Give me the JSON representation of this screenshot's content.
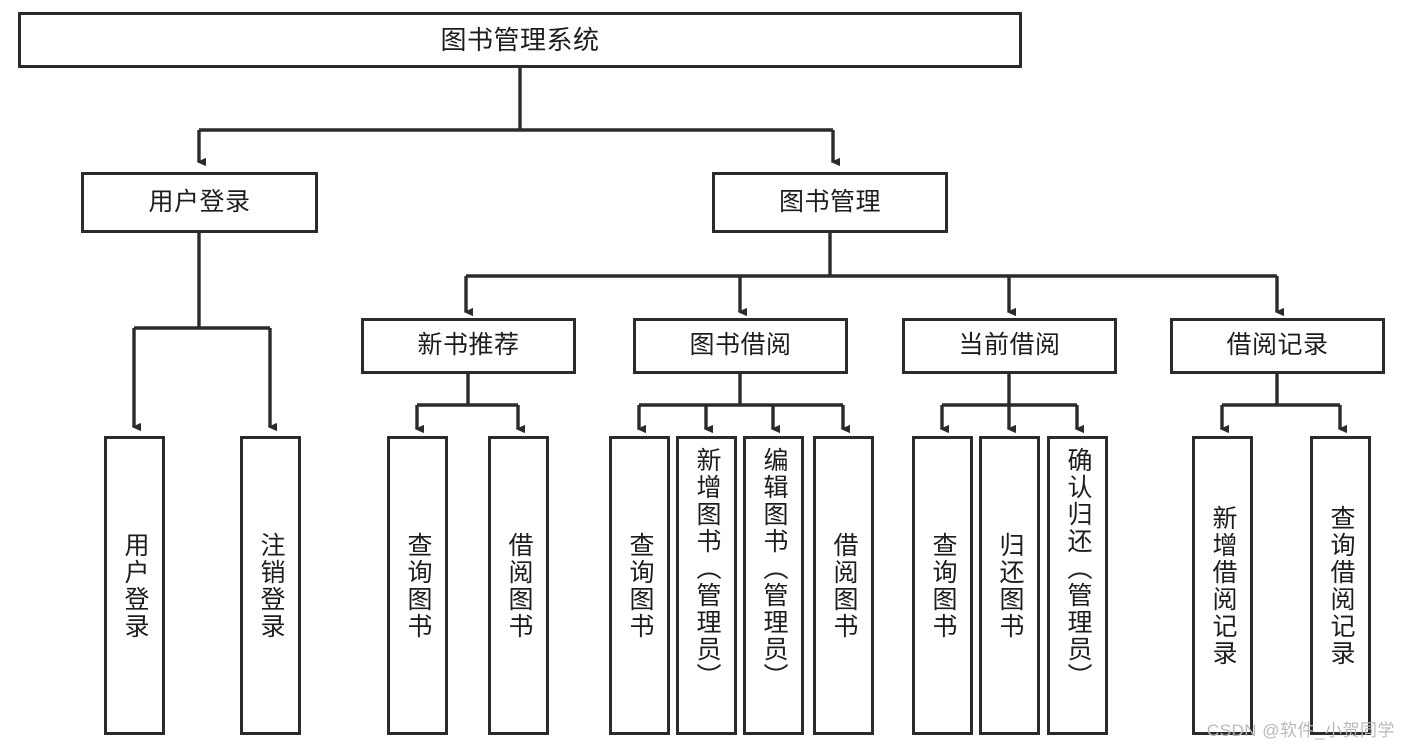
{
  "diagram": {
    "title": "图书管理系统",
    "watermark": "CSDN @软件_小贺同学",
    "colors": {
      "stroke": "#2b2b2b",
      "fill": "#ffffff",
      "text": "#1d1d1d",
      "watermark": "#b9b9b9"
    },
    "levels": {
      "root": {
        "label": "图书管理系统"
      },
      "level2": [
        {
          "label": "用户登录"
        },
        {
          "label": "图书管理"
        }
      ],
      "level3": [
        {
          "label": "新书推荐"
        },
        {
          "label": "图书借阅"
        },
        {
          "label": "当前借阅"
        },
        {
          "label": "借阅记录"
        }
      ],
      "leaves": {
        "user_login": [
          {
            "label": "用户登录"
          },
          {
            "label": "注销登录"
          }
        ],
        "new_book": [
          {
            "label": "查询图书"
          },
          {
            "label": "借阅图书"
          }
        ],
        "book_borrow": [
          {
            "label": "查询图书"
          },
          {
            "label": "新增图书（管理员）"
          },
          {
            "label": "编辑图书（管理员）"
          },
          {
            "label": "借阅图书"
          }
        ],
        "current_borrow": [
          {
            "label": "查询图书"
          },
          {
            "label": "归还图书"
          },
          {
            "label": "确认归还（管理员）"
          }
        ],
        "borrow_record": [
          {
            "label": "新增借阅记录"
          },
          {
            "label": "查询借阅记录"
          }
        ]
      }
    }
  }
}
